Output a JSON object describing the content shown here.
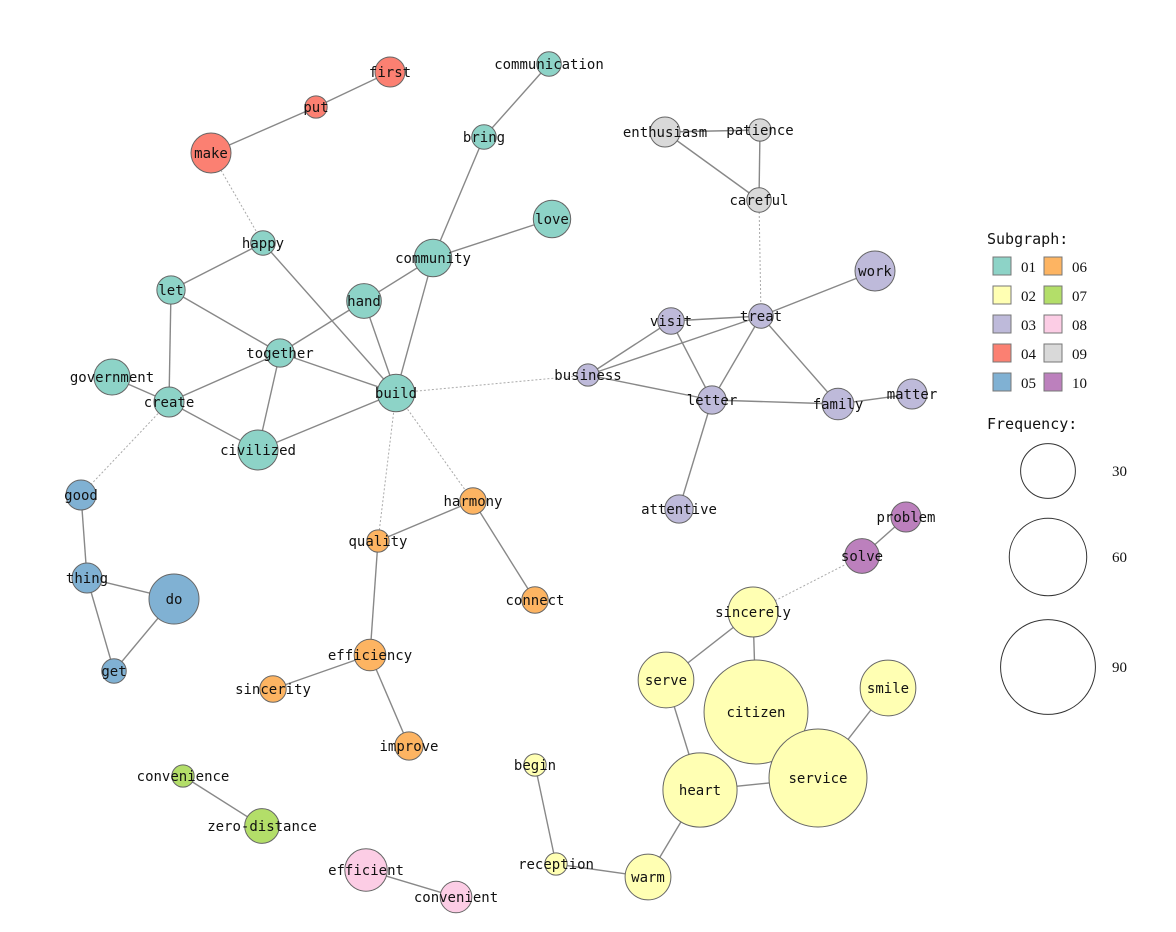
{
  "legend": {
    "subgraph_title": "Subgraph:",
    "groups": [
      {
        "id": "01",
        "color": "#8DD3C7"
      },
      {
        "id": "02",
        "color": "#FFFFB3"
      },
      {
        "id": "03",
        "color": "#BEBADA"
      },
      {
        "id": "04",
        "color": "#FB8072"
      },
      {
        "id": "05",
        "color": "#80B1D3"
      },
      {
        "id": "06",
        "color": "#FDB462"
      },
      {
        "id": "07",
        "color": "#B3DE69"
      },
      {
        "id": "08",
        "color": "#FCCDE5"
      },
      {
        "id": "09",
        "color": "#D9D9D9"
      },
      {
        "id": "10",
        "color": "#BC80BD"
      }
    ],
    "frequency_title": "Frequency:",
    "frequency_levels": [
      "30",
      "60",
      "90"
    ]
  },
  "nodes": [
    {
      "name": "first",
      "group": "04",
      "freq": 9
    },
    {
      "name": "put",
      "group": "04",
      "freq": 5
    },
    {
      "name": "make",
      "group": "04",
      "freq": 16
    },
    {
      "name": "communication",
      "group": "01",
      "freq": 6
    },
    {
      "name": "bring",
      "group": "01",
      "freq": 6
    },
    {
      "name": "love",
      "group": "01",
      "freq": 14
    },
    {
      "name": "community",
      "group": "01",
      "freq": 14
    },
    {
      "name": "happy",
      "group": "01",
      "freq": 6
    },
    {
      "name": "let",
      "group": "01",
      "freq": 8
    },
    {
      "name": "hand",
      "group": "01",
      "freq": 12
    },
    {
      "name": "together",
      "group": "01",
      "freq": 8
    },
    {
      "name": "government",
      "group": "01",
      "freq": 13
    },
    {
      "name": "create",
      "group": "01",
      "freq": 9
    },
    {
      "name": "build",
      "group": "01",
      "freq": 14
    },
    {
      "name": "civilized",
      "group": "01",
      "freq": 16
    },
    {
      "name": "enthusiasm",
      "group": "09",
      "freq": 9
    },
    {
      "name": "patience",
      "group": "09",
      "freq": 5
    },
    {
      "name": "careful",
      "group": "09",
      "freq": 6
    },
    {
      "name": "work",
      "group": "03",
      "freq": 16
    },
    {
      "name": "treat",
      "group": "03",
      "freq": 6
    },
    {
      "name": "visit",
      "group": "03",
      "freq": 7
    },
    {
      "name": "business",
      "group": "03",
      "freq": 5
    },
    {
      "name": "letter",
      "group": "03",
      "freq": 8
    },
    {
      "name": "family",
      "group": "03",
      "freq": 10
    },
    {
      "name": "matter",
      "group": "03",
      "freq": 9
    },
    {
      "name": "attentive",
      "group": "03",
      "freq": 8
    },
    {
      "name": "good",
      "group": "05",
      "freq": 9
    },
    {
      "name": "thing",
      "group": "05",
      "freq": 9
    },
    {
      "name": "do",
      "group": "05",
      "freq": 25
    },
    {
      "name": "get",
      "group": "05",
      "freq": 6
    },
    {
      "name": "harmony",
      "group": "06",
      "freq": 7
    },
    {
      "name": "quality",
      "group": "06",
      "freq": 5
    },
    {
      "name": "connect",
      "group": "06",
      "freq": 7
    },
    {
      "name": "efficiency",
      "group": "06",
      "freq": 10
    },
    {
      "name": "sincerity",
      "group": "06",
      "freq": 7
    },
    {
      "name": "improve",
      "group": "06",
      "freq": 8
    },
    {
      "name": "problem",
      "group": "10",
      "freq": 9
    },
    {
      "name": "solve",
      "group": "10",
      "freq": 12
    },
    {
      "name": "sincerely",
      "group": "02",
      "freq": 25
    },
    {
      "name": "serve",
      "group": "02",
      "freq": 31
    },
    {
      "name": "citizen",
      "group": "02",
      "freq": 108
    },
    {
      "name": "smile",
      "group": "02",
      "freq": 31
    },
    {
      "name": "service",
      "group": "02",
      "freq": 96
    },
    {
      "name": "heart",
      "group": "02",
      "freq": 55
    },
    {
      "name": "begin",
      "group": "02",
      "freq": 5
    },
    {
      "name": "reception",
      "group": "02",
      "freq": 5
    },
    {
      "name": "warm",
      "group": "02",
      "freq": 21
    },
    {
      "name": "convenience",
      "group": "07",
      "freq": 5
    },
    {
      "name": "zero-distance",
      "group": "07",
      "freq": 12
    },
    {
      "name": "efficient",
      "group": "08",
      "freq": 18
    },
    {
      "name": "convenient",
      "group": "08",
      "freq": 10
    }
  ],
  "edges": [
    [
      "first",
      "put",
      false
    ],
    [
      "put",
      "make",
      false
    ],
    [
      "make",
      "happy",
      true
    ],
    [
      "communication",
      "bring",
      false
    ],
    [
      "bring",
      "community",
      false
    ],
    [
      "love",
      "community",
      false
    ],
    [
      "community",
      "hand",
      false
    ],
    [
      "community",
      "build",
      false
    ],
    [
      "happy",
      "let",
      false
    ],
    [
      "happy",
      "build",
      false
    ],
    [
      "let",
      "together",
      false
    ],
    [
      "let",
      "create",
      false
    ],
    [
      "hand",
      "together",
      false
    ],
    [
      "hand",
      "build",
      false
    ],
    [
      "together",
      "build",
      false
    ],
    [
      "together",
      "create",
      false
    ],
    [
      "together",
      "civilized",
      false
    ],
    [
      "government",
      "create",
      false
    ],
    [
      "create",
      "civilized",
      false
    ],
    [
      "civilized",
      "build",
      false
    ],
    [
      "create",
      "good",
      true
    ],
    [
      "build",
      "business",
      true
    ],
    [
      "build",
      "quality",
      true
    ],
    [
      "build",
      "harmony",
      true
    ],
    [
      "enthusiasm",
      "patience",
      false
    ],
    [
      "enthusiasm",
      "careful",
      false
    ],
    [
      "patience",
      "careful",
      false
    ],
    [
      "careful",
      "treat",
      true
    ],
    [
      "work",
      "treat",
      false
    ],
    [
      "treat",
      "visit",
      false
    ],
    [
      "treat",
      "business",
      false
    ],
    [
      "treat",
      "letter",
      false
    ],
    [
      "treat",
      "family",
      false
    ],
    [
      "visit",
      "business",
      false
    ],
    [
      "visit",
      "letter",
      false
    ],
    [
      "business",
      "letter",
      false
    ],
    [
      "letter",
      "family",
      false
    ],
    [
      "family",
      "matter",
      false
    ],
    [
      "letter",
      "attentive",
      false
    ],
    [
      "good",
      "thing",
      false
    ],
    [
      "thing",
      "do",
      false
    ],
    [
      "thing",
      "get",
      false
    ],
    [
      "do",
      "get",
      false
    ],
    [
      "harmony",
      "quality",
      false
    ],
    [
      "harmony",
      "connect",
      false
    ],
    [
      "quality",
      "efficiency",
      false
    ],
    [
      "efficiency",
      "sincerity",
      false
    ],
    [
      "efficiency",
      "improve",
      false
    ],
    [
      "problem",
      "solve",
      false
    ],
    [
      "solve",
      "sincerely",
      true
    ],
    [
      "sincerely",
      "serve",
      false
    ],
    [
      "sincerely",
      "citizen",
      false
    ],
    [
      "serve",
      "heart",
      false
    ],
    [
      "citizen",
      "service",
      false
    ],
    [
      "smile",
      "service",
      false
    ],
    [
      "heart",
      "service",
      false
    ],
    [
      "heart",
      "warm",
      false
    ],
    [
      "begin",
      "reception",
      false
    ],
    [
      "reception",
      "warm",
      false
    ],
    [
      "convenience",
      "zero-distance",
      false
    ],
    [
      "efficient",
      "convenient",
      false
    ]
  ]
}
